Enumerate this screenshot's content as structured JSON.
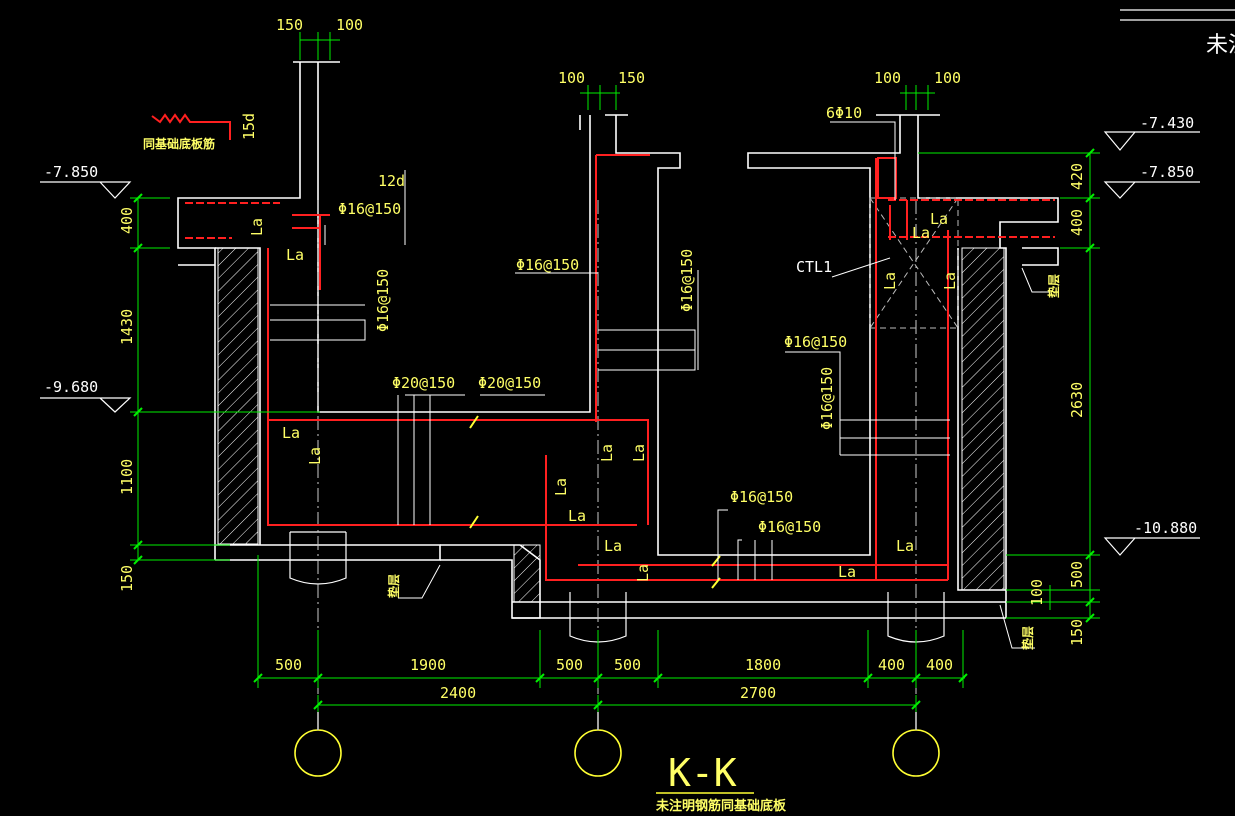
{
  "drawing": {
    "title": "K-K",
    "note": "未注明钢筋同基础底板",
    "corner_note": "未注",
    "top_left_note": "同基础底板筋",
    "colors": {
      "background": "#000000",
      "concrete": "#ffffff",
      "rebar": "#ff2020",
      "dimension": "#00ff00",
      "text": "#ffff66",
      "gridline": "#ffffff"
    }
  },
  "elevations": [
    "-7.850",
    "-9.680",
    "-7.430",
    "-7.850",
    "-10.880"
  ],
  "rebar_labels": {
    "phi16_150": "Φ16@150",
    "phi20_150": "Φ20@150",
    "six_phi10": "6Φ10",
    "ctl1": "CTL1",
    "twelve_d": "12d",
    "fifteen_d": "15d",
    "la": "La",
    "cushion": "垫层"
  },
  "dims": {
    "top_150": "150",
    "top_100": "100",
    "mid_100": "100",
    "mid_150": "150",
    "right_100a": "100",
    "right_100b": "100",
    "left_400": "400",
    "left_1430": "1430",
    "left_1100": "1100",
    "left_150": "150",
    "right_420": "420",
    "right_400": "400",
    "right_2630": "2630",
    "right_500": "500",
    "right_100": "100",
    "right_150": "150",
    "bottom_row1": [
      "500",
      "1900",
      "500",
      "500",
      "1800",
      "400",
      "400"
    ],
    "bottom_row2": [
      "2400",
      "2700"
    ]
  }
}
